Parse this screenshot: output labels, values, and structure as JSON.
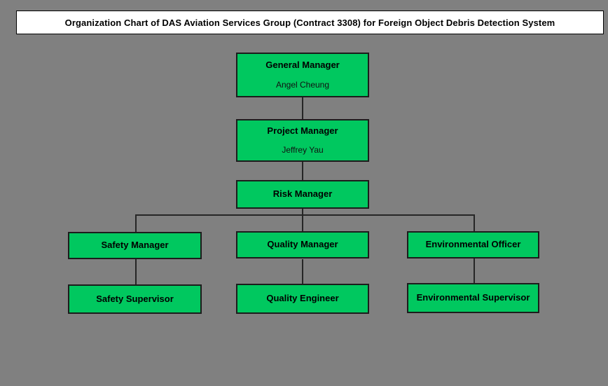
{
  "chart_data": {
    "type": "diagram",
    "diagram_type": "organization-chart",
    "title": "Organization Chart of DAS Aviation Services Group (Contract 3308) for Foreign Object Debris Detection System",
    "background_color": "#808080",
    "node_fill_color": "#00c85f",
    "node_border_color": "#1c1c1c",
    "connector_color": "#262626",
    "banner_fill_color": "#ffffff",
    "levels": [
      {
        "level": 1,
        "nodes": [
          "General Manager"
        ]
      },
      {
        "level": 2,
        "nodes": [
          "Project Manager"
        ]
      },
      {
        "level": 3,
        "nodes": [
          "Risk Manager"
        ]
      },
      {
        "level": 4,
        "nodes": [
          "Safety Manager",
          "Quality Manager",
          "Environmental Officer"
        ]
      },
      {
        "level": 5,
        "nodes": [
          "Safety Supervisor",
          "Quality Engineer",
          "Environmental Supervisor"
        ]
      }
    ],
    "edges": [
      [
        "General Manager",
        "Project Manager"
      ],
      [
        "Project Manager",
        "Risk Manager"
      ],
      [
        "Risk Manager",
        "Safety Manager"
      ],
      [
        "Risk Manager",
        "Quality Manager"
      ],
      [
        "Risk Manager",
        "Environmental Officer"
      ],
      [
        "Safety Manager",
        "Safety Supervisor"
      ],
      [
        "Quality Manager",
        "Quality Engineer"
      ],
      [
        "Environmental Officer",
        "Environmental Supervisor"
      ]
    ]
  },
  "banner": {
    "title": "Organization Chart of DAS Aviation Services Group (Contract 3308) for Foreign Object Debris Detection System"
  },
  "nodes": {
    "general_manager": {
      "title": "General Manager",
      "person": "Angel Cheung"
    },
    "project_manager": {
      "title": "Project Manager",
      "person": "Jeffrey Yau"
    },
    "risk_manager": {
      "title": "Risk Manager"
    },
    "safety_manager": {
      "title": "Safety Manager"
    },
    "quality_manager": {
      "title": "Quality Manager"
    },
    "environmental_officer": {
      "title": "Environmental Officer"
    },
    "safety_supervisor": {
      "title": "Safety Supervisor"
    },
    "quality_engineer": {
      "title": "Quality Engineer"
    },
    "environmental_supervisor": {
      "title": "Environmental Supervisor"
    }
  }
}
